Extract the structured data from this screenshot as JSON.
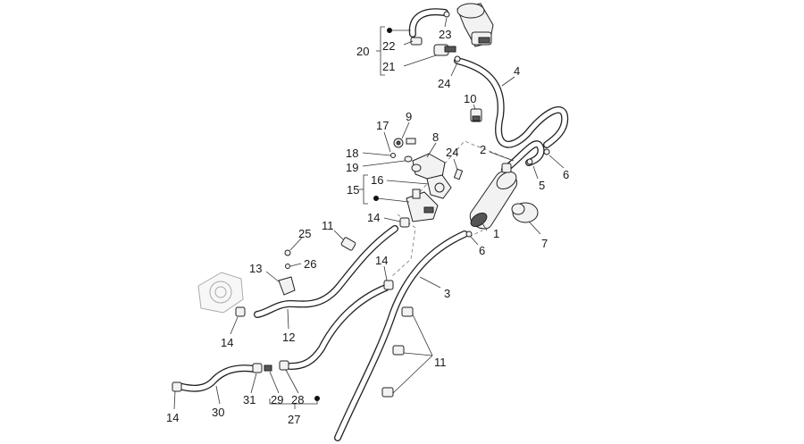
{
  "callouts": [
    {
      "id": "c1",
      "text": "1"
    },
    {
      "id": "c2",
      "text": "2"
    },
    {
      "id": "c3",
      "text": "3"
    },
    {
      "id": "c4",
      "text": "4"
    },
    {
      "id": "c5",
      "text": "5"
    },
    {
      "id": "c6a",
      "text": "6"
    },
    {
      "id": "c6b",
      "text": "6"
    },
    {
      "id": "c7",
      "text": "7"
    },
    {
      "id": "c8",
      "text": "8"
    },
    {
      "id": "c9",
      "text": "9"
    },
    {
      "id": "c10",
      "text": "10"
    },
    {
      "id": "c11a",
      "text": "11"
    },
    {
      "id": "c11b",
      "text": "11"
    },
    {
      "id": "c12",
      "text": "12"
    },
    {
      "id": "c13",
      "text": "13"
    },
    {
      "id": "c14a",
      "text": "14"
    },
    {
      "id": "c14b",
      "text": "14"
    },
    {
      "id": "c14c",
      "text": "14"
    },
    {
      "id": "c14d",
      "text": "14"
    },
    {
      "id": "c15",
      "text": "15"
    },
    {
      "id": "c16",
      "text": "16"
    },
    {
      "id": "c17",
      "text": "17"
    },
    {
      "id": "c18",
      "text": "18"
    },
    {
      "id": "c19",
      "text": "19"
    },
    {
      "id": "c20",
      "text": "20"
    },
    {
      "id": "c21",
      "text": "21"
    },
    {
      "id": "c22",
      "text": "22"
    },
    {
      "id": "c23",
      "text": "23"
    },
    {
      "id": "c24a",
      "text": "24"
    },
    {
      "id": "c24b",
      "text": "24"
    },
    {
      "id": "c25",
      "text": "25"
    },
    {
      "id": "c26",
      "text": "26"
    },
    {
      "id": "c27",
      "text": "27"
    },
    {
      "id": "c28",
      "text": "28"
    },
    {
      "id": "c29",
      "text": "29"
    },
    {
      "id": "c30",
      "text": "30"
    },
    {
      "id": "c31",
      "text": "31"
    }
  ]
}
